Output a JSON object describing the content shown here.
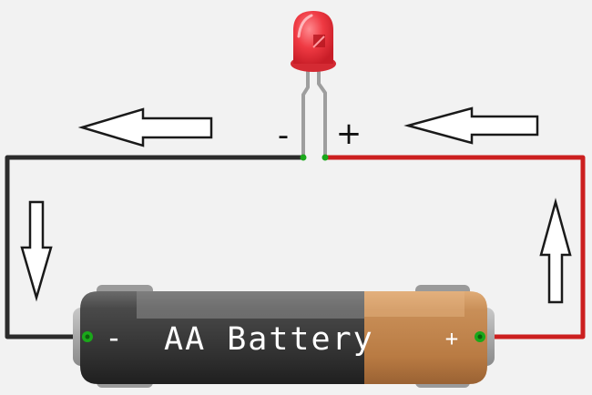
{
  "diagram": {
    "battery": {
      "label": "AA Battery",
      "negative_label": "-",
      "positive_label": "+"
    },
    "led": {
      "negative_label": "-",
      "positive_label": "+"
    },
    "arrows": [
      {
        "id": "top-left",
        "direction": "left"
      },
      {
        "id": "top-right",
        "direction": "left"
      },
      {
        "id": "left",
        "direction": "down"
      },
      {
        "id": "right",
        "direction": "up"
      }
    ],
    "colors": {
      "background": "#f2f2f2",
      "negative_wire": "#2b2b2b",
      "positive_wire": "#cc1f1f",
      "battery_body": "#3a3a3a",
      "battery_cap": "#c58a52",
      "terminal_dot": "#1aa81a",
      "led_body": "#e8303a"
    }
  }
}
